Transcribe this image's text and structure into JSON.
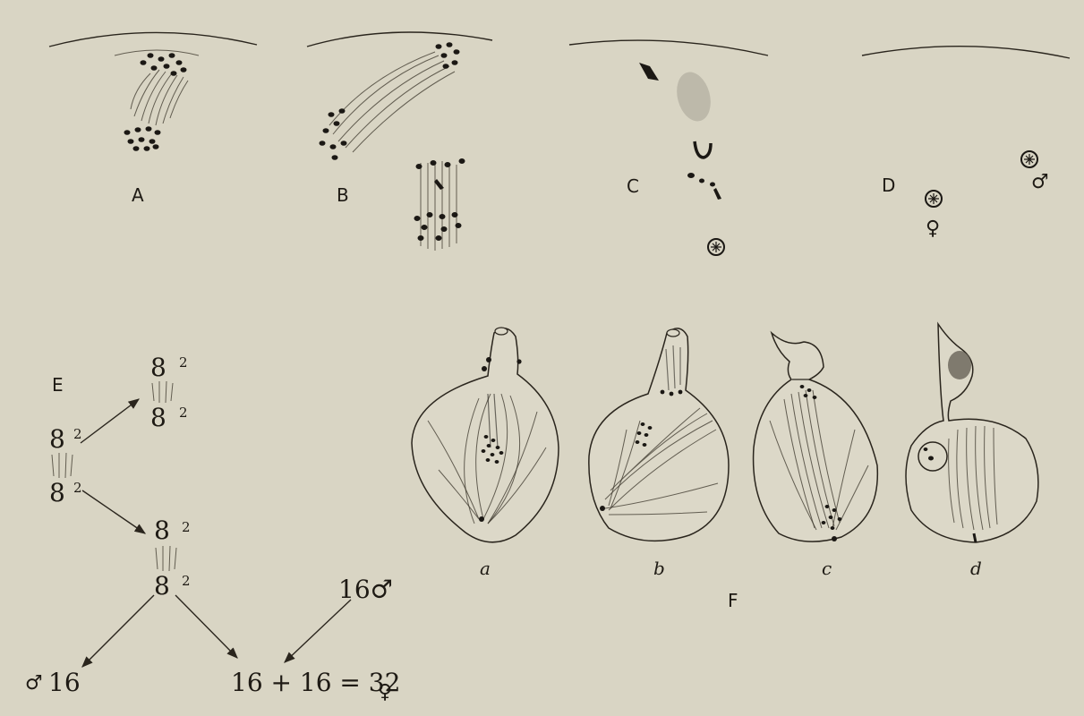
{
  "panel_labels": {
    "a": "A",
    "b": "B",
    "c": "C",
    "d": "D",
    "e": "E",
    "f": "F"
  },
  "sub_labels": {
    "a": "a",
    "b": "b",
    "c": "c",
    "d": "d"
  },
  "sex_symbols": {
    "male": "♂",
    "female": "♀"
  },
  "scheme": {
    "base": "8",
    "exponent": "2",
    "sixteen_male": "16♂",
    "sixteen": "16",
    "equation": "16 + 16 = 32"
  }
}
